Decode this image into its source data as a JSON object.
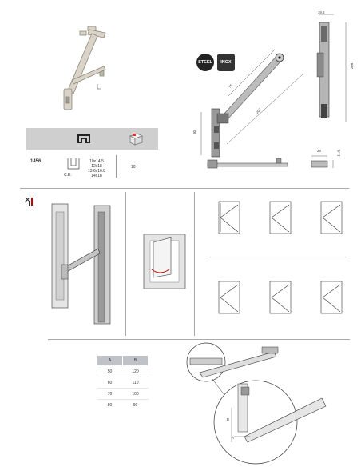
{
  "product": {
    "code": "1456",
    "profile_sizes": [
      "10x14.5",
      "12x18",
      "13.6x16.8",
      "14x18"
    ],
    "profile_caption": "C.E.",
    "quantity": "10"
  },
  "badges": {
    "steel": "STEEL",
    "inox": "INOX"
  },
  "dimensions": {
    "width_top": "19.5",
    "height_total": "206",
    "dim_60": "60",
    "dim_76": "76",
    "dim_207": "207",
    "dim_28": "28",
    "dim_11_6": "11.6"
  },
  "angle_table": {
    "headers": [
      "A",
      "B"
    ],
    "rows": [
      [
        "50",
        "120"
      ],
      [
        "60",
        "110"
      ],
      [
        "70",
        "100"
      ],
      [
        "80",
        "90"
      ]
    ]
  },
  "detail_labels": {
    "b": "B",
    "a": "A"
  }
}
